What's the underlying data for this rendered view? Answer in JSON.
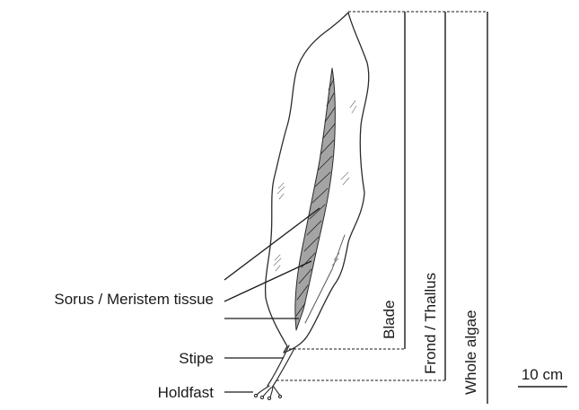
{
  "labels": {
    "sorus": "Sorus / Meristem tissue",
    "stipe": "Stipe",
    "holdfast": "Holdfast",
    "blade": "Blade",
    "frond": "Frond  / Thallus",
    "whole": "Whole algae",
    "scale": "10 cm"
  }
}
